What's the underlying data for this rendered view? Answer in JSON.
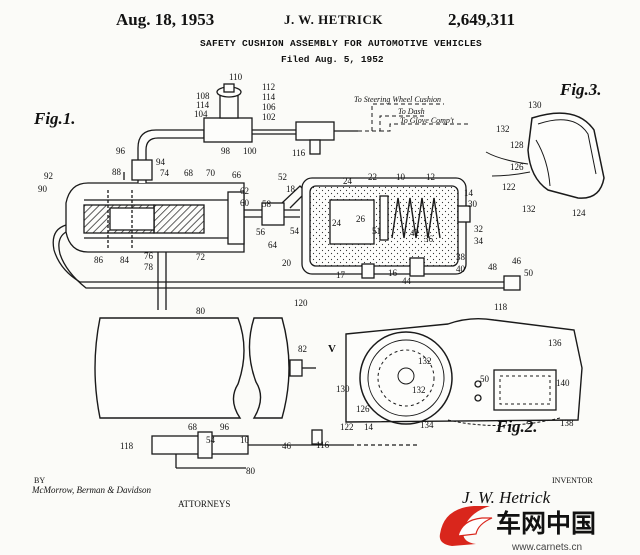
{
  "header": {
    "date": "Aug. 18, 1953",
    "inventor": "J. W. HETRICK",
    "patent_number": "2,649,311",
    "title": "SAFETY CUSHION ASSEMBLY FOR AUTOMOTIVE VEHICLES",
    "filed": "Filed Aug. 5, 1952"
  },
  "figures": {
    "fig1": "Fig.1.",
    "fig2": "Fig.2.",
    "fig3": "Fig.3."
  },
  "annotations": {
    "steering": "To Steering Wheel Cushion",
    "dash": "To Dash",
    "glove": "To Glove Comp't"
  },
  "refs": {
    "r110": "110",
    "r108": "108",
    "r112": "112",
    "r114a": "114",
    "r114b": "114",
    "r104": "104",
    "r106": "106",
    "r102": "102",
    "r98": "98",
    "r100": "100",
    "r116a": "116",
    "r96a": "96",
    "r94": "94",
    "r92": "92",
    "r88": "88",
    "r74": "74",
    "r68": "68",
    "r70": "70",
    "r66": "66",
    "r90": "90",
    "r62": "62",
    "r60": "60",
    "r52": "52",
    "r18": "18",
    "r24a": "24",
    "r22": "22",
    "r10a": "10",
    "r12": "12",
    "r14a": "14",
    "r30": "30",
    "r58": "58",
    "r56": "56",
    "r64": "64",
    "r54": "54",
    "r24b": "24",
    "r26": "26",
    "r51": "51",
    "r42": "42",
    "r36": "36",
    "r32": "32",
    "r34": "34",
    "r86": "86",
    "r84": "84",
    "r76": "76",
    "r78": "78",
    "r72": "72",
    "r20": "20",
    "r17": "17",
    "r16": "16",
    "r44": "44",
    "r38": "38",
    "r40": "40",
    "r48": "48",
    "r46a": "46",
    "r50": "50",
    "r118a": "118",
    "r120": "120",
    "r130a": "130",
    "r132a": "132",
    "r128": "128",
    "r126a": "126",
    "r122a": "122",
    "r132b": "132",
    "r124": "124",
    "r80a": "80",
    "r82": "82",
    "rV": "V",
    "r136": "136",
    "r132c": "132",
    "r132d": "132",
    "r130b": "130",
    "r126b": "126",
    "r50b": "50",
    "r140": "140",
    "r134": "134",
    "r138": "138",
    "r96b": "96",
    "r68b": "68",
    "r54b": "54",
    "r10b": "10",
    "r118b": "118",
    "r46b": "46",
    "r116b": "116",
    "r122b": "122",
    "r14b": "14",
    "r80b": "80"
  },
  "footer": {
    "by": "BY",
    "attorney_signature": "McMorrow, Berman & Davidson",
    "attorneys": "ATTORNEYS",
    "inventor_label": "INVENTOR",
    "inventor_signature": "J. W. Hetrick"
  },
  "watermark": {
    "name": "车网中国",
    "url": "www.carnets.cn",
    "accent": "#d9261c"
  }
}
